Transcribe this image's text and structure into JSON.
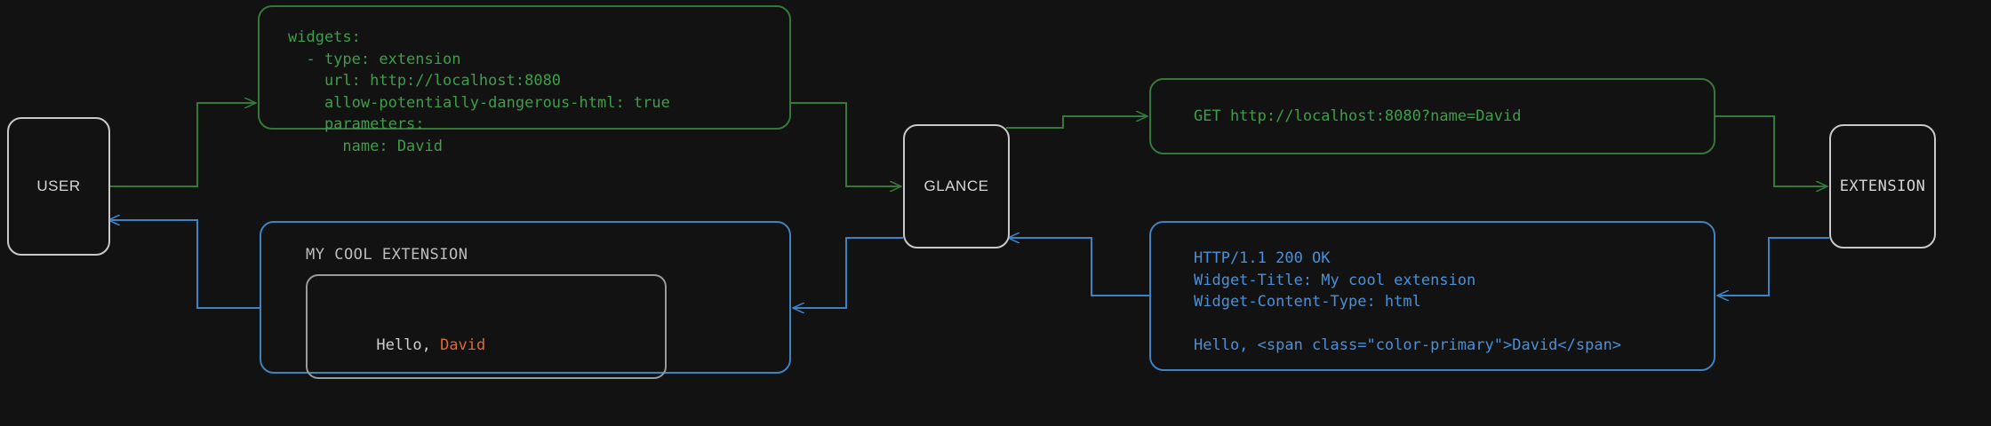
{
  "diagram": {
    "title": "Glance extension widget request flow",
    "background": "#111211",
    "colors": {
      "request_green": "#35783c",
      "request_green_text": "#3f9d4b",
      "response_blue": "#3d82c2",
      "response_blue_text": "#4a90d9",
      "node_border": "#c9c9c9",
      "node_text": "#d6d6d6",
      "accent_orange": "#e4672c"
    }
  },
  "nodes": {
    "user": {
      "label": "USER"
    },
    "glance": {
      "label": "GLANCE"
    },
    "extension": {
      "label": "EXTENSION"
    }
  },
  "panels": {
    "yaml_config": {
      "kind": "request",
      "code": "widgets:\n  - type: extension\n    url: http://localhost:8080\n    allow-potentially-dangerous-html: true\n    parameters:\n      name: David"
    },
    "http_request": {
      "kind": "request",
      "code": "GET http://localhost:8080?name=David"
    },
    "http_response": {
      "kind": "response",
      "code": "HTTP/1.1 200 OK\nWidget-Title: My cool extension\nWidget-Content-Type: html\n\nHello, <span class=\"color-primary\">David</span>"
    },
    "rendered_widget": {
      "kind": "response",
      "title": "MY COOL EXTENSION",
      "body_prefix": "Hello, ",
      "body_accent": "David"
    }
  },
  "edges": [
    {
      "name": "user-to-yaml",
      "kind": "request",
      "from": "user",
      "to": "yaml_config"
    },
    {
      "name": "yaml-to-glance",
      "kind": "request",
      "from": "yaml_config",
      "to": "glance"
    },
    {
      "name": "glance-to-http-request",
      "kind": "request",
      "from": "glance",
      "to": "http_request"
    },
    {
      "name": "http-request-to-extension",
      "kind": "request",
      "from": "http_request",
      "to": "extension"
    },
    {
      "name": "extension-to-http-response",
      "kind": "response",
      "from": "extension",
      "to": "http_response"
    },
    {
      "name": "http-response-to-glance",
      "kind": "response",
      "from": "http_response",
      "to": "glance"
    },
    {
      "name": "glance-to-rendered-widget",
      "kind": "response",
      "from": "glance",
      "to": "rendered_widget"
    },
    {
      "name": "rendered-widget-to-user",
      "kind": "response",
      "from": "rendered_widget",
      "to": "user"
    }
  ]
}
